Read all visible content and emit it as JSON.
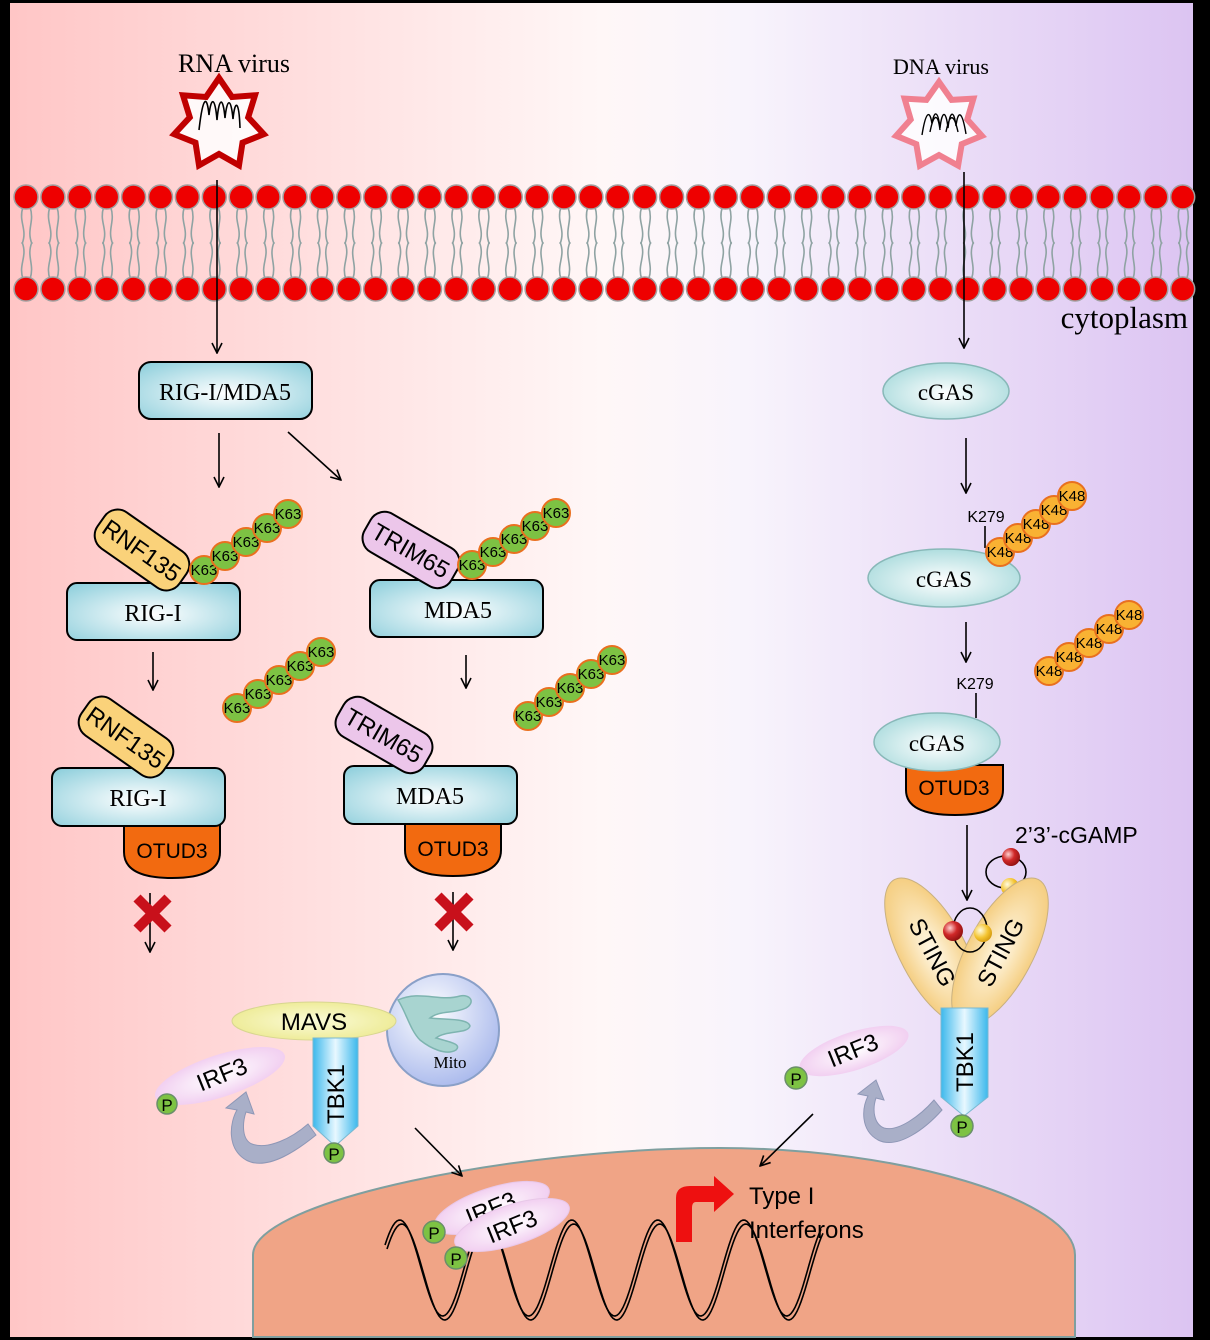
{
  "title": "OTUD3 regulation of RNA- and DNA-virus innate immune signaling",
  "colors": {
    "bg_left": "#ffc8c8",
    "bg_mid": "#ffffff",
    "bg_right": "#dcc6f2",
    "membrane_head": "#ee0000",
    "membrane_tail": "#8fa3a3",
    "receptor_fill": "#9ed4de",
    "otud3": "#f26a10",
    "k63": "#7dc243",
    "k48": "#f9b233",
    "chain_border": "#e9701f",
    "rnf135": "#fad27a",
    "trim65": "#ecc6ea",
    "mavs": "#f0ee9e",
    "tbk1": "#4cbfee",
    "irf3": "#f5d2f0",
    "phospho": "#7dc243",
    "sting": "#f6d186",
    "nucleus": "#f0a486",
    "block_x": "#c8101b",
    "transcription_arrow": "#ee1010",
    "rna_virus": "#c00000",
    "dna_virus": "#f08090"
  },
  "labels": {
    "rna_virus": "RNA virus",
    "dna_virus": "DNA virus",
    "cytoplasm": "cytoplasm",
    "rig_mda5": "RIG-I/MDA5",
    "rig_i": "RIG-I",
    "mda5": "MDA5",
    "rnf135": "RNF135",
    "trim65": "TRIM65",
    "otud3": "OTUD3",
    "k63": "K63",
    "k48": "K48",
    "k279": "K279",
    "cgas": "cGAS",
    "cgamp": "2’3’-cGAMP",
    "sting": "STING",
    "tbk1": "TBK1",
    "mavs": "MAVS",
    "mito": "Mito",
    "irf3": "IRF3",
    "p": "P",
    "type_i_line1": "Type I",
    "type_i_line2": "Interferons"
  }
}
